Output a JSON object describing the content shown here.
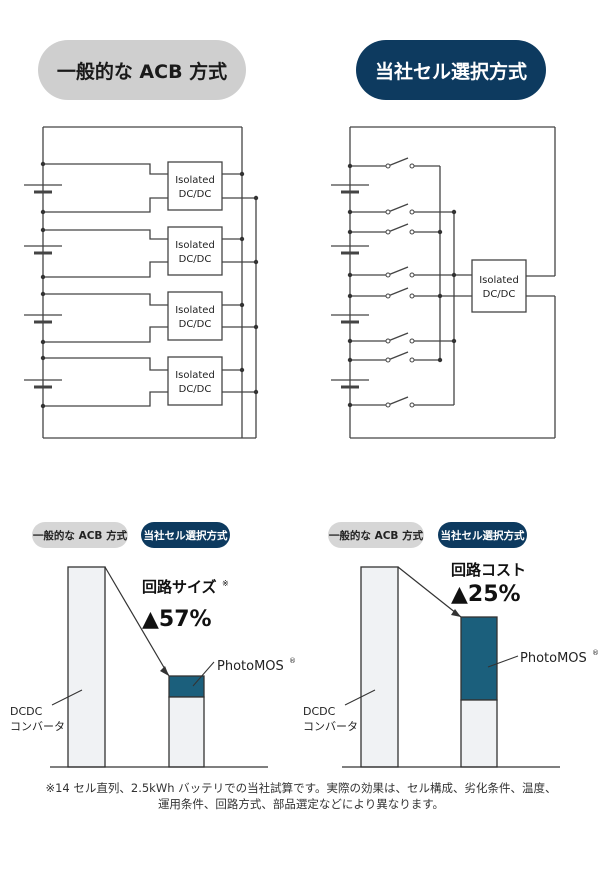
{
  "top": {
    "left_title": "一般的な ACB 方式",
    "right_title": "当社セル選択方式"
  },
  "circuit": {
    "box_label_line1": "Isolated",
    "box_label_line2": "DC/DC"
  },
  "bottom_left": {
    "pill_general": "一般的な ACB 方式",
    "pill_ours": "当社セル選択方式",
    "headline": "回路サイズ",
    "headline_mark": "※",
    "reduction": "▲57%",
    "photomos_label": "PhotoMOS",
    "photomos_mark": "®",
    "dcdc_line1": "DCDC",
    "dcdc_line2": "コンバータ"
  },
  "bottom_right": {
    "pill_general": "一般的な ACB 方式",
    "pill_ours": "当社セル選択方式",
    "headline": "回路コスト",
    "reduction": "▲25%",
    "photomos_label": "PhotoMOS",
    "photomos_mark": "®",
    "dcdc_line1": "DCDC",
    "dcdc_line2": "コンバータ"
  },
  "footnote": {
    "line1": "※14 セル直列、2.5kWh バッテリでの当社試算です。実際の効果は、セル構成、劣化条件、温度、",
    "line2": "運用条件、回路方式、部品選定などにより異なります。"
  },
  "colors": {
    "navy": "#0d3a5f",
    "grey_pill": "#cfcfcf",
    "photomos_fill": "#1b5f7c",
    "bar_fill": "#f0f2f4"
  }
}
